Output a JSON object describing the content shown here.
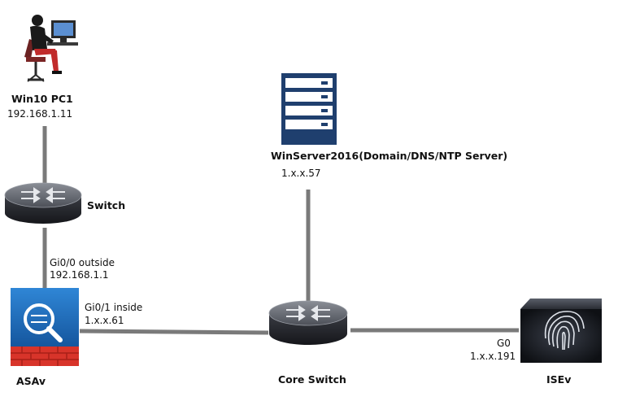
{
  "nodes": {
    "pc": {
      "name": "Win10 PC1",
      "ip": "192.168.1.11"
    },
    "switch": {
      "name": "Switch"
    },
    "asav": {
      "name": "ASAv",
      "outside_if": "Gi0/0 outside",
      "outside_ip": "192.168.1.1",
      "inside_if": "Gi0/1 inside",
      "inside_ip": "1.x.x.61"
    },
    "server": {
      "name": "WinServer2016(Domain/DNS/NTP Server)",
      "ip": "1.x.x.57"
    },
    "core": {
      "name": "Core Switch"
    },
    "ise": {
      "name": "ISEv",
      "if": "G0",
      "ip": "1.x.x.191"
    }
  },
  "colors": {
    "link": "#7a7a7a",
    "router_top": "#6b6f77",
    "router_body": "#2b2d33",
    "server": "#1f3f6e",
    "asav_blue": "#1e6fc0",
    "asav_red": "#d8342a",
    "ise_body": "#1b1e24"
  },
  "icons": {
    "pc": "person-at-computer-icon",
    "switch": "router-switch-icon",
    "core": "router-switch-icon",
    "server": "server-rack-icon",
    "asav": "firewall-magnifier-icon",
    "ise": "fingerprint-appliance-icon"
  }
}
